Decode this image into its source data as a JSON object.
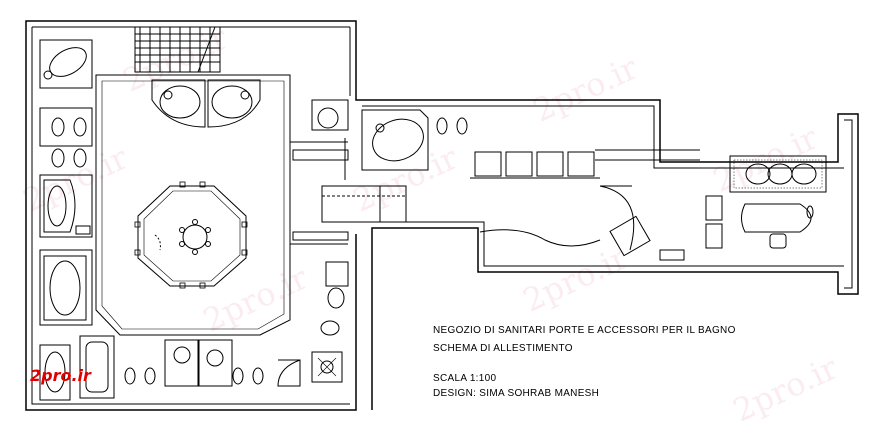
{
  "title_block": {
    "line1": "NEGOZIO DI SANITARI PORTE E ACCESSORI PER IL BAGNO",
    "line2": "SCHEMA DI ALLESTIMENTO",
    "scale": "SCALA  1:100",
    "design": "DESIGN:  SIMA  SOHRAB MANESH"
  },
  "logo": {
    "text": "2pro.ir",
    "color": "#e00000"
  },
  "watermark": {
    "text": "2pro.ir"
  },
  "colors": {
    "line": "#000000",
    "bg": "#ffffff"
  }
}
